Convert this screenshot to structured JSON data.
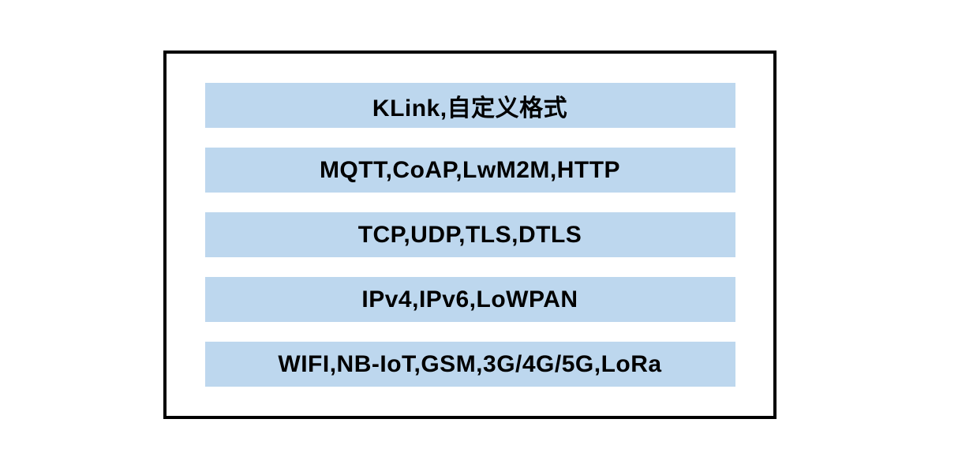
{
  "diagram": {
    "type": "protocol-stack",
    "border_color": "#000000",
    "bar_color": "#BDD7EE",
    "text_color": "#000000",
    "layers": [
      {
        "label": "KLink,自定义格式"
      },
      {
        "label": "MQTT,CoAP,LwM2M,HTTP"
      },
      {
        "label": "TCP,UDP,TLS,DTLS"
      },
      {
        "label": "IPv4,IPv6,LoWPAN"
      },
      {
        "label": "WIFI,NB-IoT,GSM,3G/4G/5G,LoRa"
      }
    ]
  }
}
